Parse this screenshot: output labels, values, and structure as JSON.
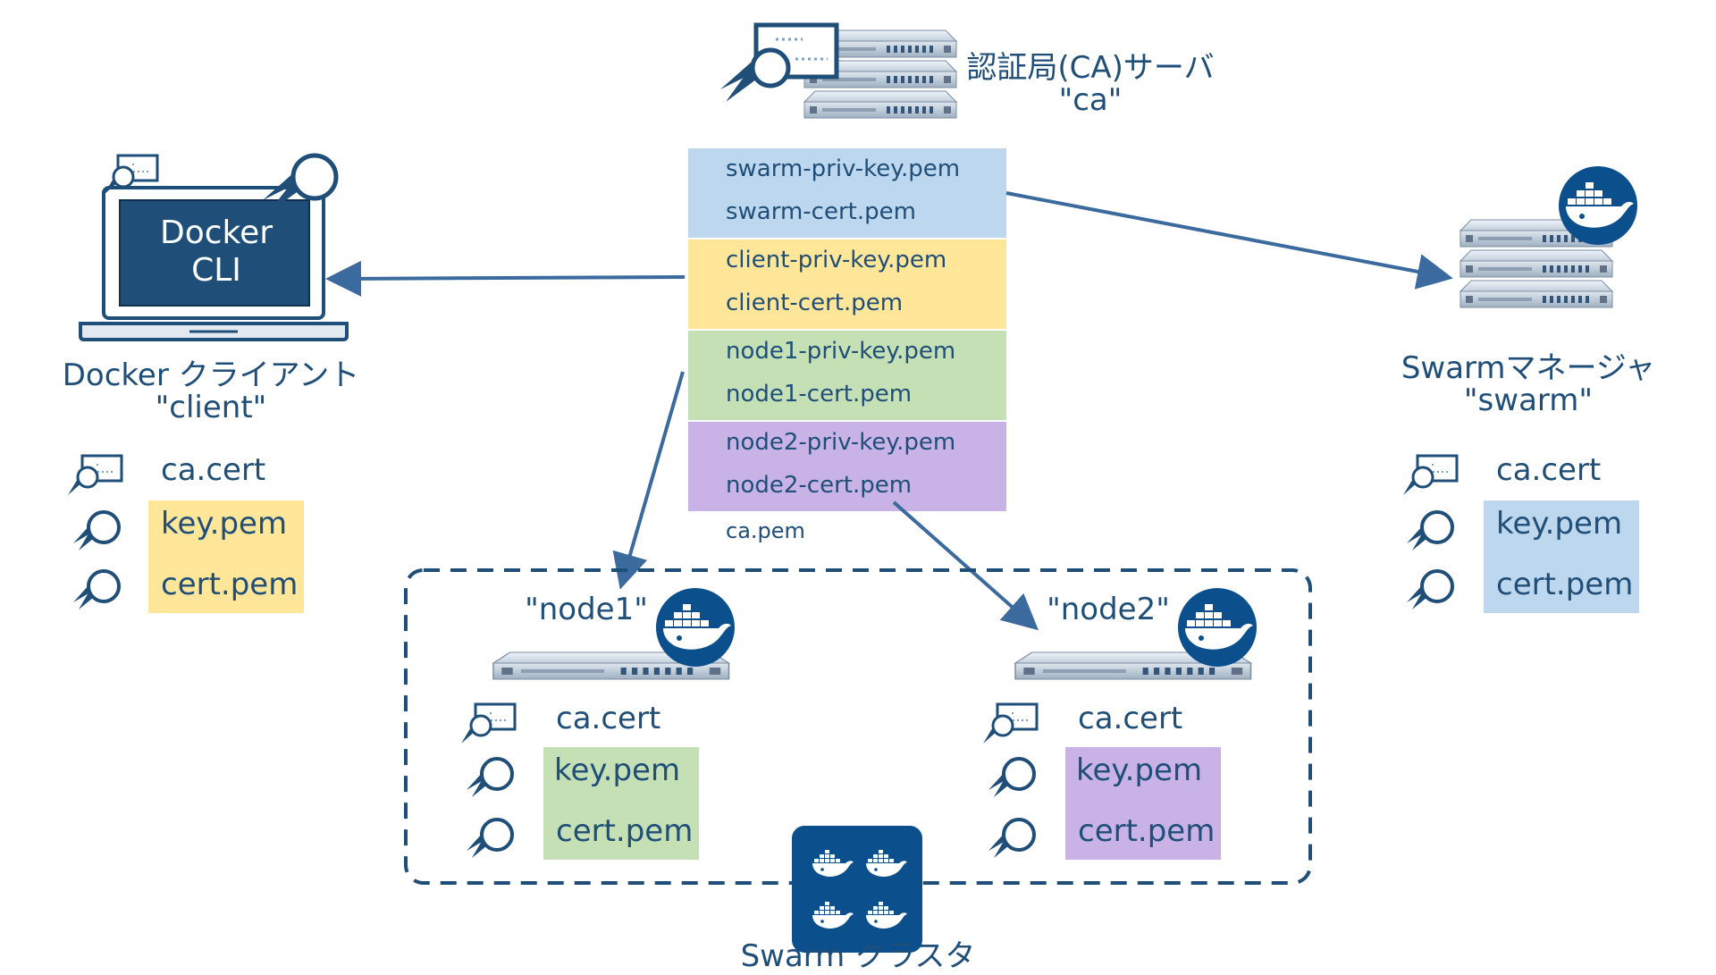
{
  "ca_server": {
    "name": "認証局(CA)サーバ",
    "host": "\"ca\"",
    "files": {
      "swarm_key": "swarm-priv-key.pem",
      "swarm_cert": "swarm-cert.pem",
      "client_key": "client-priv-key.pem",
      "client_cert": "client-cert.pem",
      "node1_key": "node1-priv-key.pem",
      "node1_cert": "node1-cert.pem",
      "node2_key": "node2-priv-key.pem",
      "node2_cert": "node2-cert.pem",
      "ca_pem": "ca.pem"
    }
  },
  "client": {
    "screen_line1": "Docker",
    "screen_line2": "CLI",
    "name": "Docker クライアント",
    "host": "\"client\"",
    "ca_cert": "ca.cert",
    "key": "key.pem",
    "cert": "cert.pem"
  },
  "swarm_manager": {
    "name": "Swarmマネージャ",
    "host": "\"swarm\"",
    "ca_cert": "ca.cert",
    "key": "key.pem",
    "cert": "cert.pem"
  },
  "node1": {
    "host": "\"node1\"",
    "ca_cert": "ca.cert",
    "key": "key.pem",
    "cert": "cert.pem"
  },
  "node2": {
    "host": "\"node2\"",
    "ca_cert": "ca.cert",
    "key": "key.pem",
    "cert": "cert.pem"
  },
  "cluster": {
    "name": "Swarm クラスタ"
  },
  "colors": {
    "primary": "#1f4e79",
    "line": "#3b6a9e",
    "swarm_fill": "#bdd7ee",
    "client_fill": "#ffe699",
    "node1_fill": "#c5e0b4",
    "node2_fill": "#c9b3e6",
    "docker_badge": "#0b4f8c"
  },
  "icons": [
    "certificate-icon",
    "key-icon",
    "server-icon",
    "laptop-icon",
    "docker-whale-icon"
  ]
}
